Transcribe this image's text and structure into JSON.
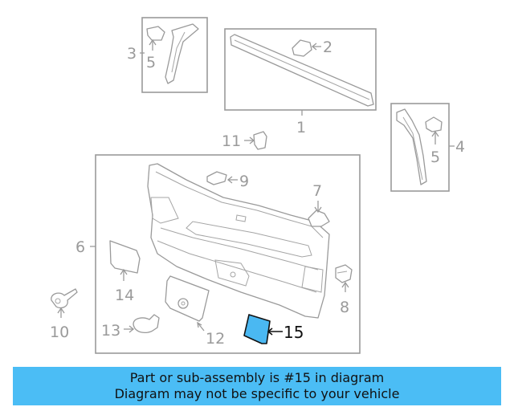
{
  "callouts": {
    "c1": "1",
    "c2": "2",
    "c3": "3",
    "c4": "4",
    "c5a": "5",
    "c5b": "5",
    "c6": "6",
    "c7": "7",
    "c8": "8",
    "c9": "9",
    "c10": "10",
    "c11": "11",
    "c12": "12",
    "c13": "13",
    "c14": "14",
    "c15": "15"
  },
  "highlighted_part": "15",
  "banner": {
    "line1": "Part or sub-assembly is #15 in diagram",
    "line2": "Diagram may not be specific to your vehicle"
  },
  "colors": {
    "highlight": "#4ab8f2",
    "banner": "#4bbdf5",
    "line": "#9a9a9a"
  }
}
